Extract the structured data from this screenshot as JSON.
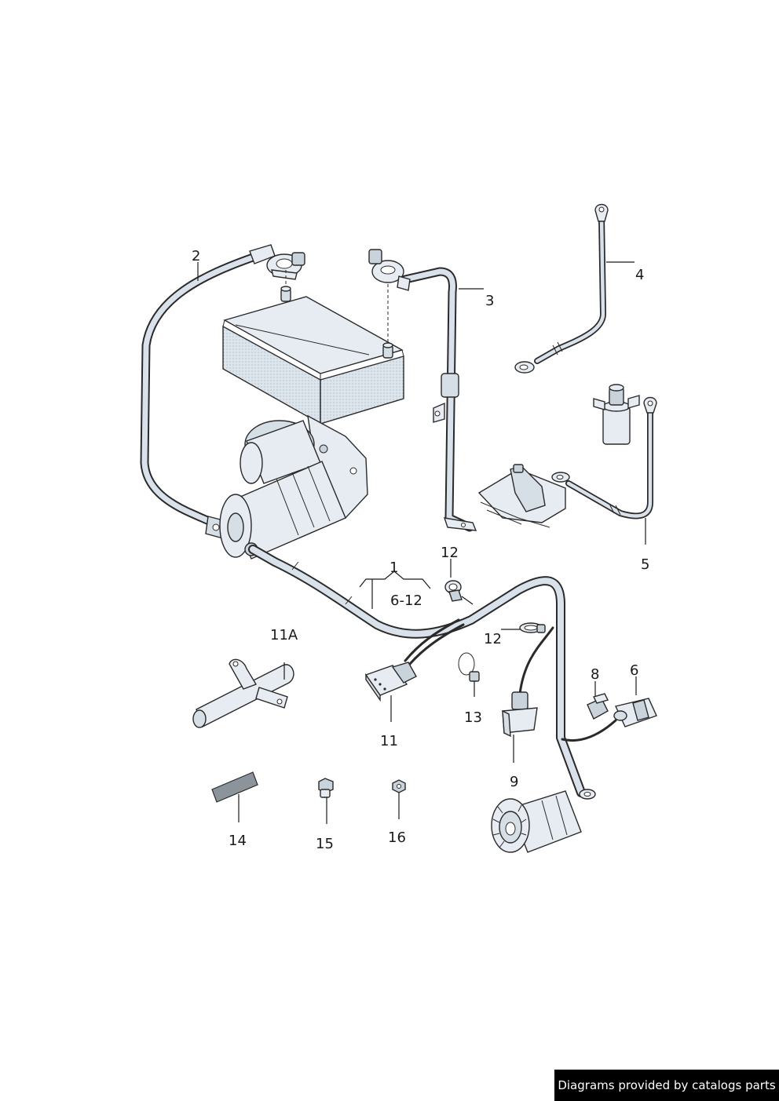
{
  "callouts": {
    "c1": "1",
    "c2": "2",
    "c3": "3",
    "c4": "4",
    "c5": "5",
    "c6": "6",
    "c6_12": "6-12",
    "c8": "8",
    "c9": "9",
    "c11": "11",
    "c11a": "11A",
    "c12_top": "12",
    "c12_mid": "12",
    "c13": "13",
    "c14": "14",
    "c15": "15",
    "c16": "16"
  },
  "credit": "Diagrams provided by catalogs parts"
}
